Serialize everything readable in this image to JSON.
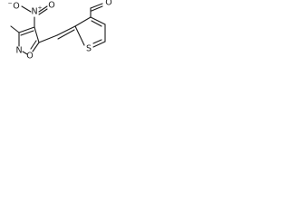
{
  "structure": {
    "atoms": {
      "nitro_O_left": "O",
      "nitro_O_charge": "−",
      "nitro_N": "N",
      "nitro_N_charge": "+",
      "nitro_O_right": "O",
      "ring_O": "O",
      "ring_N": "N",
      "aldehyde_O": "O",
      "thiophene_S": "S"
    }
  }
}
